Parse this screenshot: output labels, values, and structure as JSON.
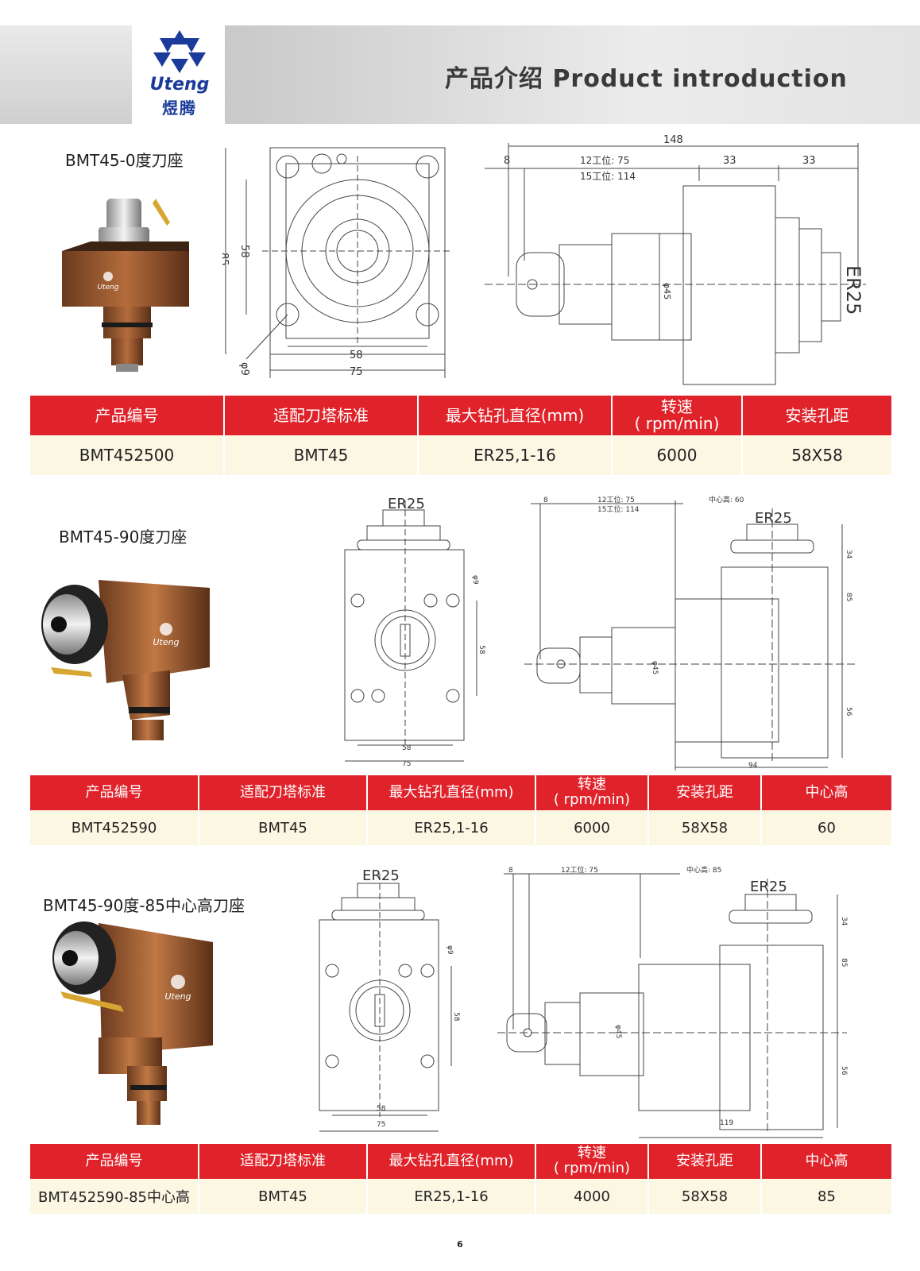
{
  "header": {
    "logo_en": "Uteng",
    "logo_cn": "煜腾",
    "title": "产品介绍 Product introduction",
    "colors": {
      "logo_blue": "#1b3b9b",
      "header_red": "#e0232b",
      "row_bg": "#fcf7e3"
    }
  },
  "products": [
    {
      "name": "BMT45-0度刀座",
      "front_dims": {
        "d85": "85",
        "d58v": "58",
        "d58h": "58",
        "d75": "75",
        "d9": "φ9"
      },
      "side_dims": {
        "total": "148",
        "offset": "8",
        "pos12": "12工位: 75",
        "pos15": "15工位: 114",
        "d33a": "33",
        "d33b": "33",
        "dia": "φ45",
        "collet": "ER25"
      },
      "headers": [
        "产品编号",
        "适配刀塔标准",
        "最大钻孔直径(mm)",
        "转速\n( rpm/min)",
        "安装孔距"
      ],
      "row": [
        "BMT452500",
        "BMT45",
        "ER25,1-16",
        "6000",
        "58X58"
      ]
    },
    {
      "name": "BMT45-90度刀座",
      "front_dims": {
        "collet": "ER25",
        "d9": "φ9",
        "d58v": "58",
        "d58h": "58",
        "d75": "75"
      },
      "side_dims": {
        "offset": "8",
        "pos12": "12工位: 75",
        "pos15": "15工位: 114",
        "center": "中心高: 60",
        "collet": "ER25",
        "d34": "34",
        "d85": "85",
        "d56": "56",
        "dia": "φ45",
        "d94": "94"
      },
      "headers": [
        "产品编号",
        "适配刀塔标准",
        "最大钻孔直径(mm)",
        "转速\n( rpm/min)",
        "安装孔距",
        "中心高"
      ],
      "row": [
        "BMT452590",
        "BMT45",
        "ER25,1-16",
        "6000",
        "58X58",
        "60"
      ]
    },
    {
      "name": "BMT45-90度-85中心高刀座",
      "front_dims": {
        "collet": "ER25",
        "d9": "φ9",
        "d58v": "58",
        "d58h": "58",
        "d75": "75"
      },
      "side_dims": {
        "offset": "8",
        "pos12": "12工位: 75",
        "center": "中心高: 85",
        "collet": "ER25",
        "d34": "34",
        "d85": "85",
        "d56": "56",
        "dia": "φ45",
        "d119": "119"
      },
      "headers": [
        "产品编号",
        "适配刀塔标准",
        "最大钻孔直径(mm)",
        "转速\n( rpm/min)",
        "安装孔距",
        "中心高"
      ],
      "row": [
        "BMT452590-85中心高",
        "BMT45",
        "ER25,1-16",
        "4000",
        "58X58",
        "85"
      ]
    }
  ],
  "page_number": "6"
}
